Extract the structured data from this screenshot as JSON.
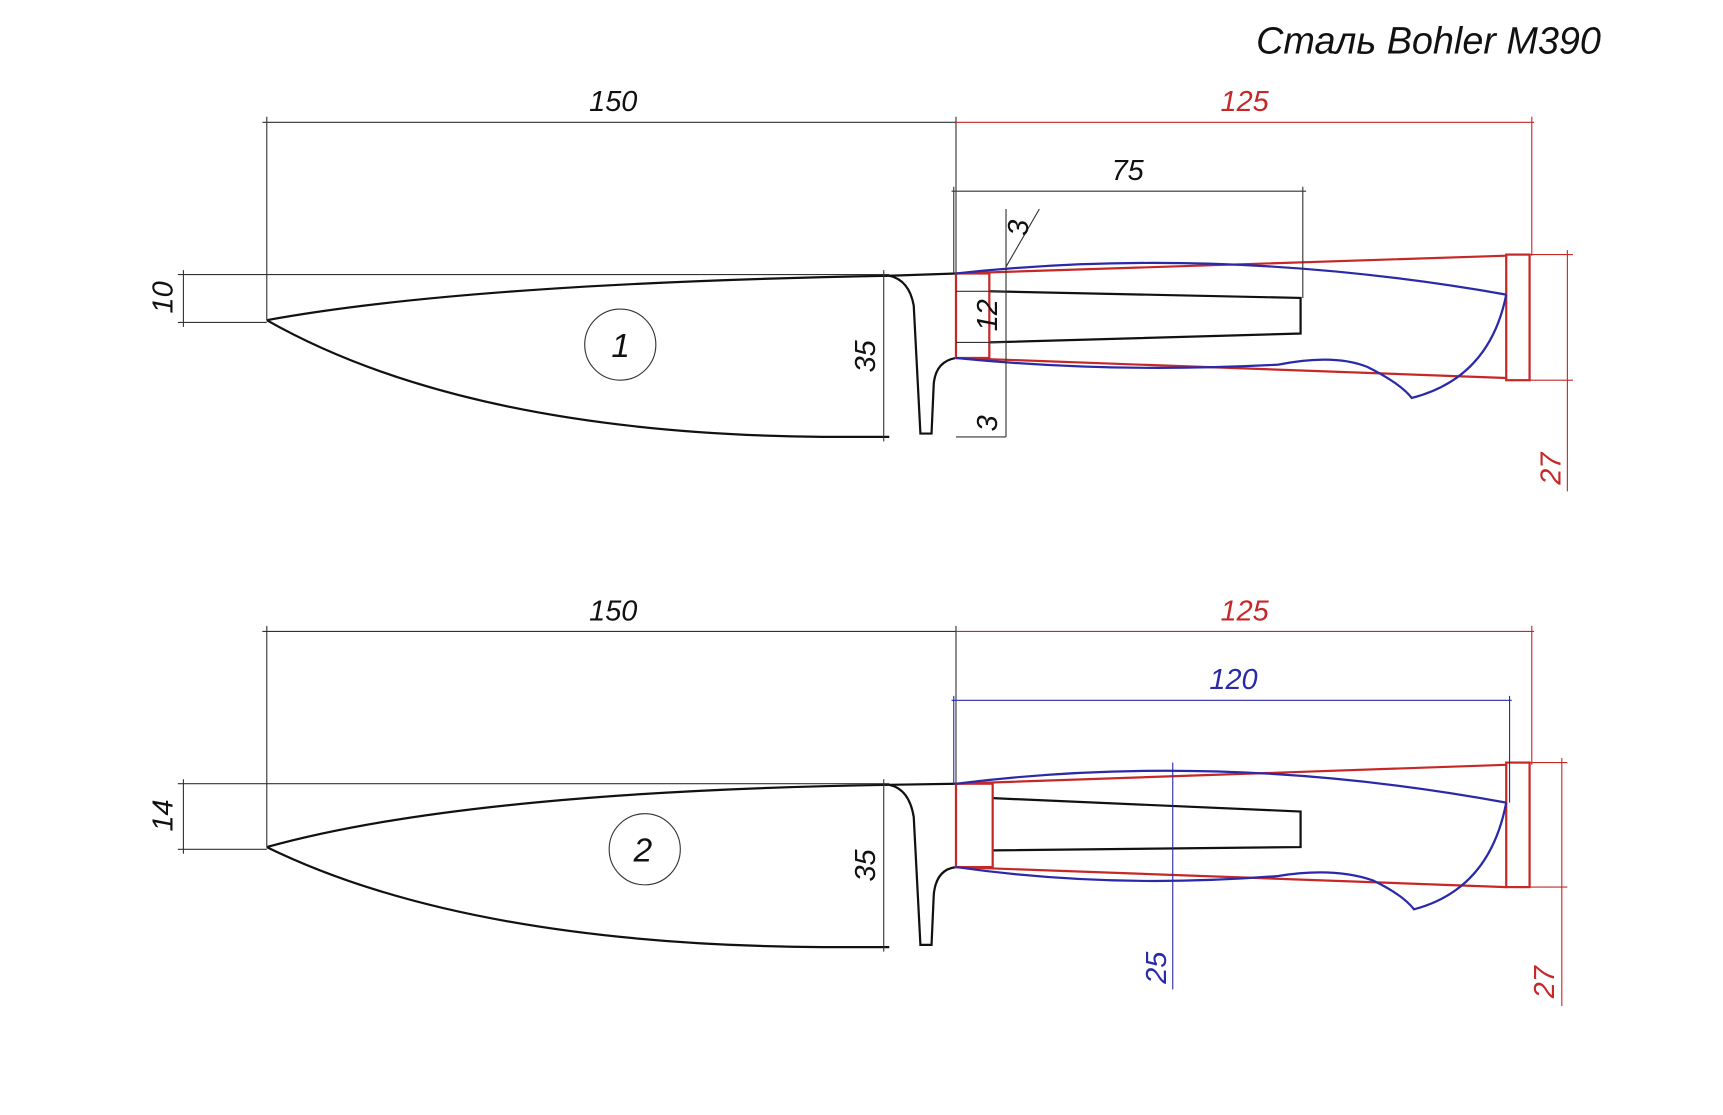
{
  "title": "Сталь Bohler M390",
  "colors": {
    "outline": "#111111",
    "handle_red": "#c62828",
    "handle_blue": "#2a2aa8"
  },
  "knife1": {
    "label": "1",
    "dims": {
      "blade_length": "150",
      "handle_length": "125",
      "tang_length": "75",
      "tip_height": "10",
      "blade_height": "35",
      "tang_height": "12",
      "gap_top": "3",
      "gap_bottom": "3",
      "handle_height": "27"
    }
  },
  "knife2": {
    "label": "2",
    "dims": {
      "blade_length": "150",
      "handle_length": "125",
      "handle_inner_length": "120",
      "tip_height": "14",
      "blade_height": "35",
      "handle_mid_height": "25",
      "handle_height": "27"
    }
  }
}
